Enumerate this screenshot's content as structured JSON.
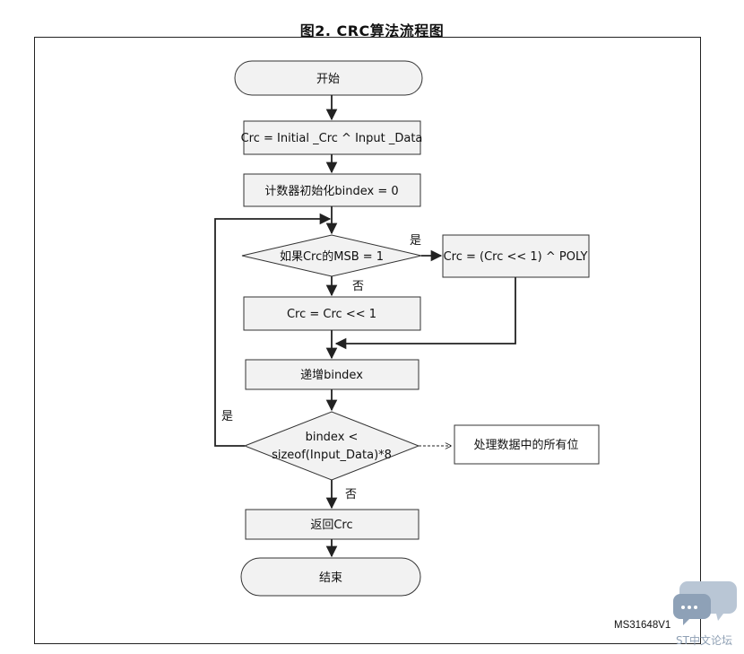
{
  "title": "图2. CRC算法流程图",
  "nodes": {
    "start": "开始",
    "init_crc": "Crc = Initial _Crc ^ Input _Data",
    "init_counter": "计数器初始化bindex = 0",
    "msb_check": "如果Crc的MSB = 1",
    "xor_poly": "Crc = (Crc << 1) ^ POLY",
    "shift": "Crc = Crc << 1",
    "increment": "递增bindex",
    "loop_check_line1": "bindex <",
    "loop_check_line2": "sizeof(Input_Data)*8",
    "process_bits": "处理数据中的所有位",
    "return": "返回Crc",
    "end": "结束"
  },
  "labels": {
    "msb_yes": "是",
    "msb_no": "否",
    "loop_yes": "是",
    "loop_no": "否"
  },
  "figure_id": "MS31648V1",
  "watermark": "ST中文论坛",
  "colors": {
    "box_fill": "#f2f2f2",
    "stroke": "#333333",
    "watermark": "#a9b7c8"
  }
}
